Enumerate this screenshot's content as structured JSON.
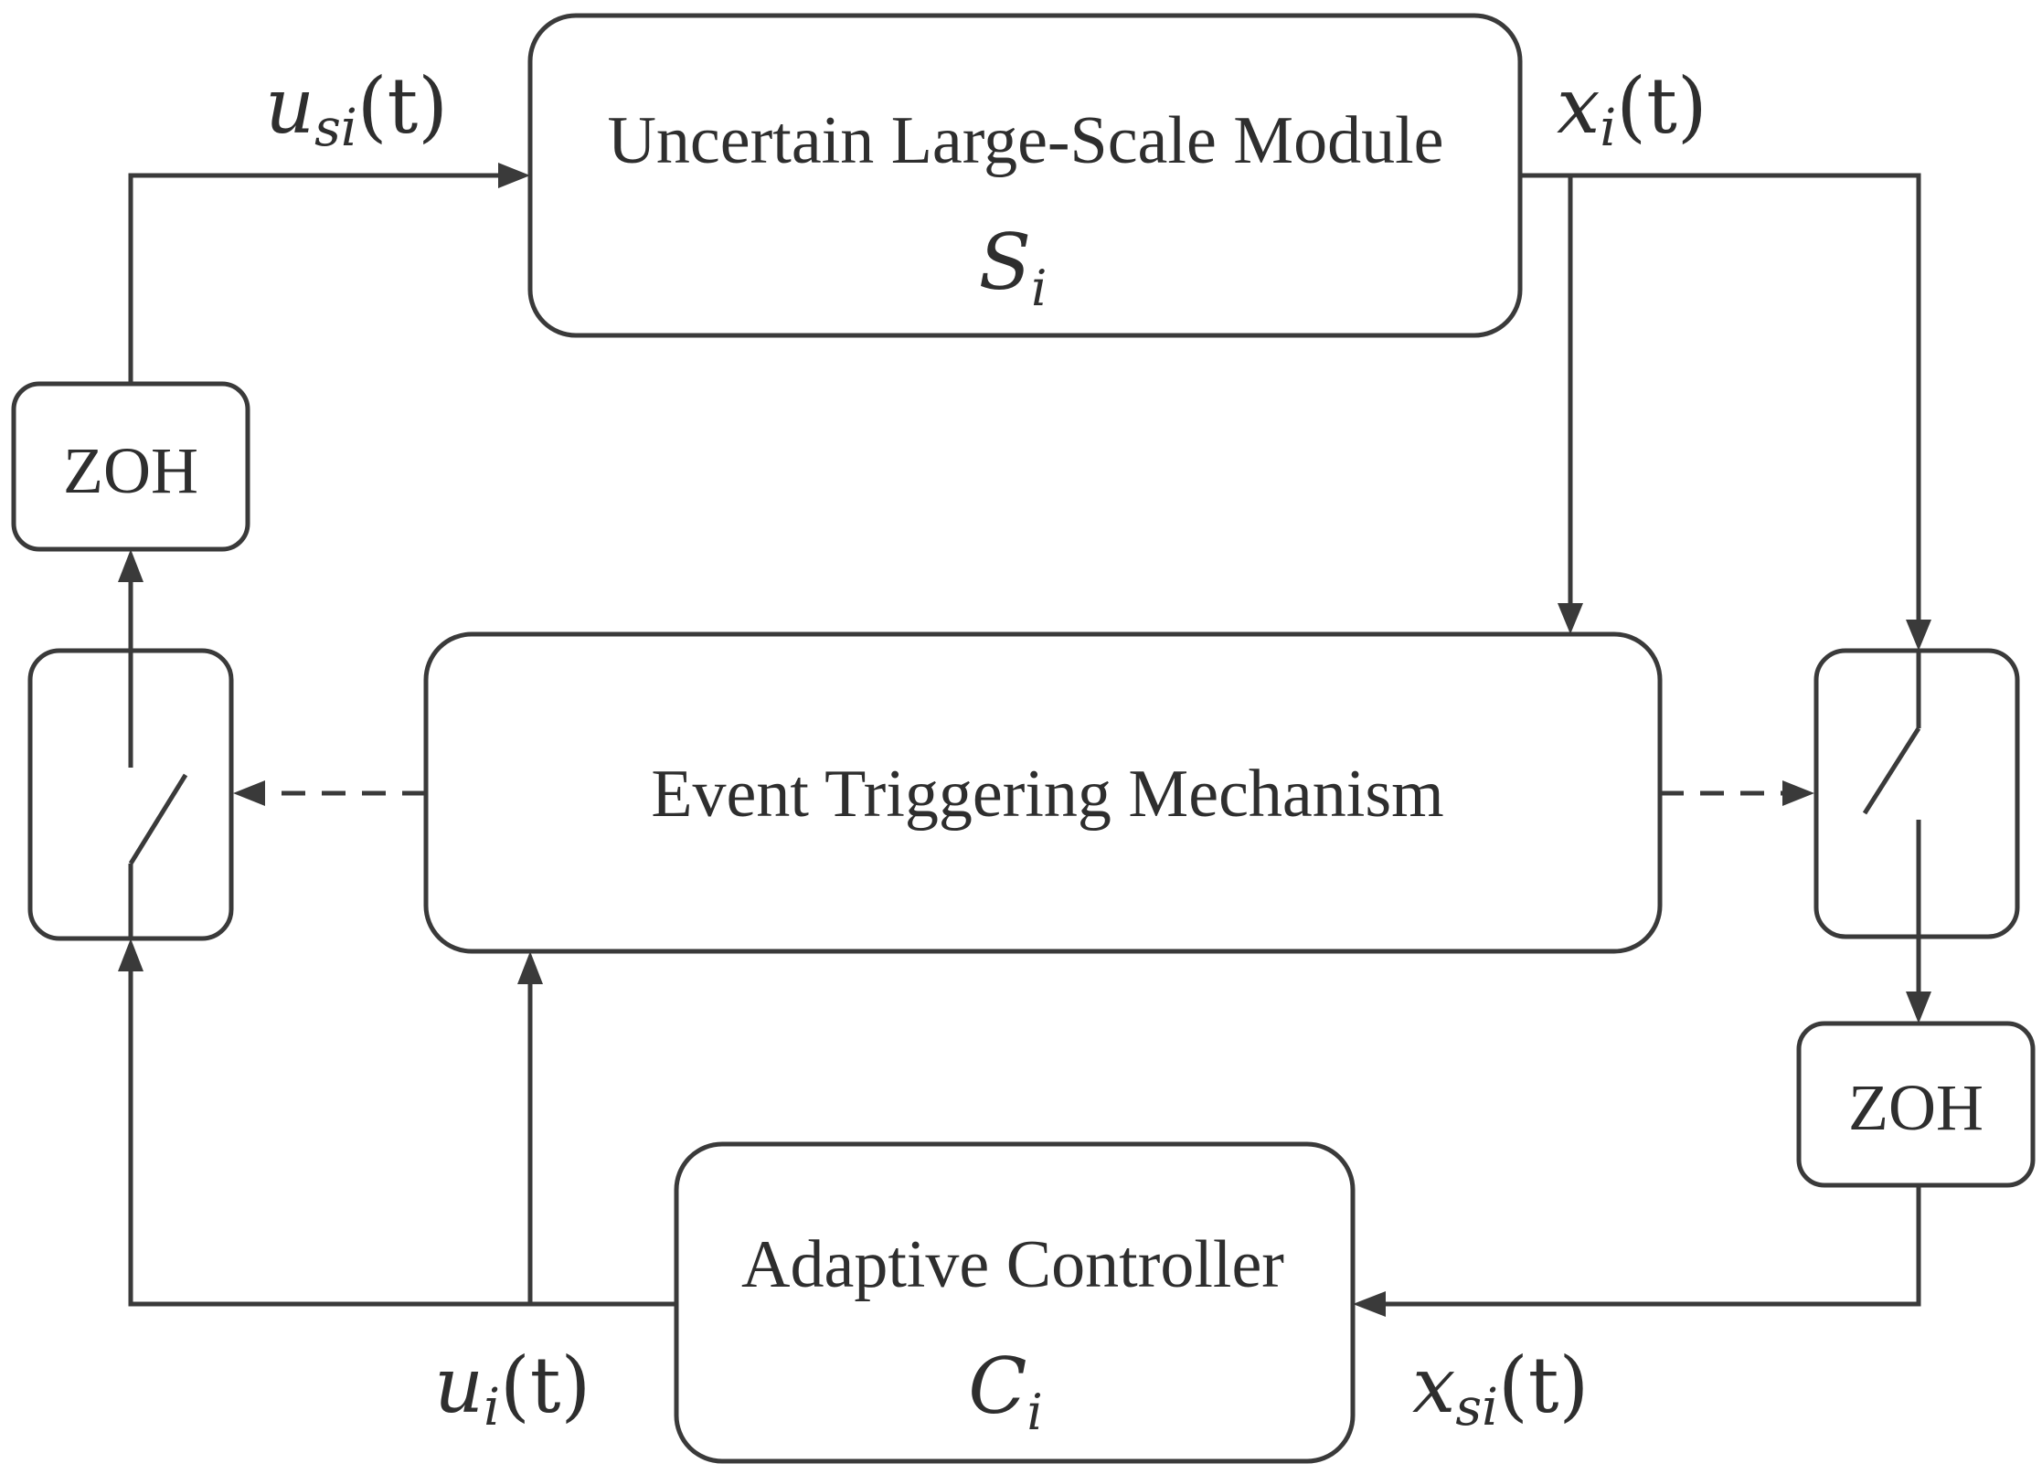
{
  "blocks": {
    "plant": {
      "title": "Uncertain Large-Scale Module",
      "symbol": "S",
      "symbol_sub": "i"
    },
    "etm": {
      "title": "Event Triggering Mechanism"
    },
    "controller": {
      "title": "Adaptive Controller",
      "symbol": "C",
      "symbol_sub": "i"
    },
    "zoh_left": {
      "title": "ZOH"
    },
    "zoh_right": {
      "title": "ZOH"
    }
  },
  "signals": {
    "u_si": {
      "base": "u",
      "sub": "si",
      "arg": "(t)"
    },
    "x_i": {
      "base": "x",
      "sub": "i",
      "arg": "(t)"
    },
    "u_i": {
      "base": "u",
      "sub": "i",
      "arg": "(t)"
    },
    "x_si": {
      "base": "x",
      "sub": "si",
      "arg": "(t)"
    }
  },
  "colors": {
    "stroke": "#3a3a3a",
    "text": "#2e2e2e",
    "background": "#ffffff"
  }
}
